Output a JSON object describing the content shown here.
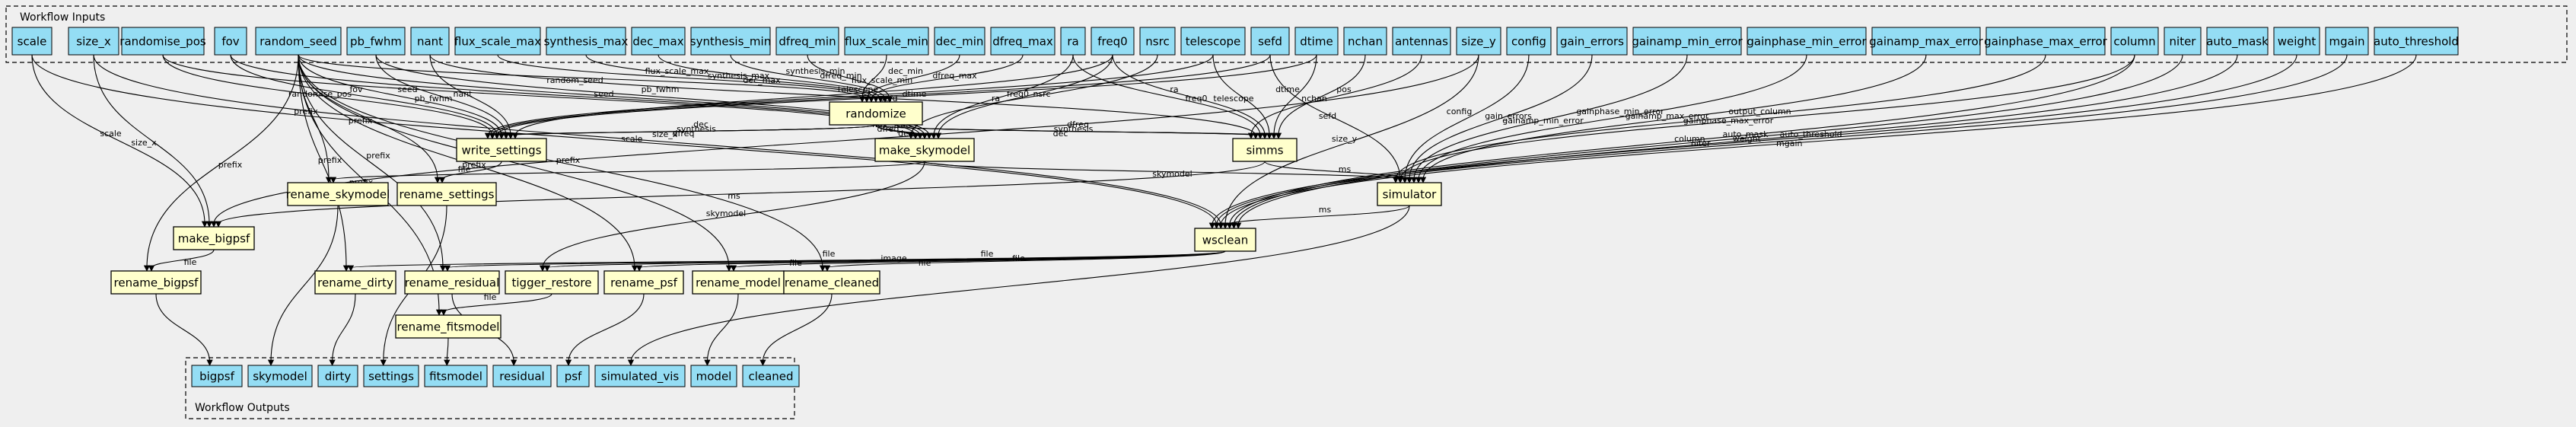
{
  "clusters": {
    "inputs_title": "Workflow Inputs",
    "outputs_title": "Workflow Outputs"
  },
  "colors": {
    "input_fill": "#94ddf4",
    "step_fill": "#ffffcc",
    "background": "#efefef"
  },
  "inputs": [
    {
      "id": "scale",
      "label": "scale"
    },
    {
      "id": "size_x",
      "label": "size_x"
    },
    {
      "id": "randomise_pos",
      "label": "randomise_pos"
    },
    {
      "id": "fov",
      "label": "fov"
    },
    {
      "id": "random_seed",
      "label": "random_seed"
    },
    {
      "id": "pb_fwhm",
      "label": "pb_fwhm"
    },
    {
      "id": "nant",
      "label": "nant"
    },
    {
      "id": "flux_scale_max",
      "label": "flux_scale_max"
    },
    {
      "id": "synthesis_max",
      "label": "synthesis_max"
    },
    {
      "id": "dec_max",
      "label": "dec_max"
    },
    {
      "id": "synthesis_min",
      "label": "synthesis_min"
    },
    {
      "id": "dfreq_min",
      "label": "dfreq_min"
    },
    {
      "id": "flux_scale_min",
      "label": "flux_scale_min"
    },
    {
      "id": "dec_min",
      "label": "dec_min"
    },
    {
      "id": "dfreq_max",
      "label": "dfreq_max"
    },
    {
      "id": "ra",
      "label": "ra"
    },
    {
      "id": "freq0",
      "label": "freq0"
    },
    {
      "id": "nsrc",
      "label": "nsrc"
    },
    {
      "id": "telescope",
      "label": "telescope"
    },
    {
      "id": "sefd",
      "label": "sefd"
    },
    {
      "id": "dtime",
      "label": "dtime"
    },
    {
      "id": "nchan",
      "label": "nchan"
    },
    {
      "id": "antennas",
      "label": "antennas"
    },
    {
      "id": "size_y",
      "label": "size_y"
    },
    {
      "id": "config",
      "label": "config"
    },
    {
      "id": "gain_errors",
      "label": "gain_errors"
    },
    {
      "id": "gainamp_min_error",
      "label": "gainamp_min_error"
    },
    {
      "id": "gainphase_min_error",
      "label": "gainphase_min_error"
    },
    {
      "id": "gainamp_max_error",
      "label": "gainamp_max_error"
    },
    {
      "id": "gainphase_max_error",
      "label": "gainphase_max_error"
    },
    {
      "id": "column",
      "label": "column"
    },
    {
      "id": "niter",
      "label": "niter"
    },
    {
      "id": "auto_mask",
      "label": "auto_mask"
    },
    {
      "id": "weight",
      "label": "weight"
    },
    {
      "id": "mgain",
      "label": "mgain"
    },
    {
      "id": "auto_threshold",
      "label": "auto_threshold"
    }
  ],
  "steps": [
    {
      "id": "randomize",
      "label": "randomize"
    },
    {
      "id": "write_settings",
      "label": "write_settings"
    },
    {
      "id": "make_skymodel",
      "label": "make_skymodel"
    },
    {
      "id": "simms",
      "label": "simms"
    },
    {
      "id": "rename_skymodel",
      "label": "rename_skymodel"
    },
    {
      "id": "rename_settings",
      "label": "rename_settings"
    },
    {
      "id": "simulator",
      "label": "simulator"
    },
    {
      "id": "make_bigpsf",
      "label": "make_bigpsf"
    },
    {
      "id": "wsclean",
      "label": "wsclean"
    },
    {
      "id": "rename_bigpsf",
      "label": "rename_bigpsf"
    },
    {
      "id": "rename_dirty",
      "label": "rename_dirty"
    },
    {
      "id": "rename_residual",
      "label": "rename_residual"
    },
    {
      "id": "tigger_restore",
      "label": "tigger_restore"
    },
    {
      "id": "rename_psf",
      "label": "rename_psf"
    },
    {
      "id": "rename_model",
      "label": "rename_model"
    },
    {
      "id": "rename_cleaned",
      "label": "rename_cleaned"
    },
    {
      "id": "rename_fitsmodel",
      "label": "rename_fitsmodel"
    }
  ],
  "outputs": [
    {
      "id": "out_bigpsf",
      "label": "bigpsf"
    },
    {
      "id": "out_skymodel",
      "label": "skymodel"
    },
    {
      "id": "out_dirty",
      "label": "dirty"
    },
    {
      "id": "out_settings",
      "label": "settings"
    },
    {
      "id": "out_fitsmodel",
      "label": "fitsmodel"
    },
    {
      "id": "out_residual",
      "label": "residual"
    },
    {
      "id": "out_psf",
      "label": "psf"
    },
    {
      "id": "out_simulated_vis",
      "label": "simulated_vis"
    },
    {
      "id": "out_model",
      "label": "model"
    },
    {
      "id": "out_cleaned",
      "label": "cleaned"
    }
  ],
  "edges": [
    {
      "from": "scale",
      "to": "make_bigpsf",
      "label": "scale"
    },
    {
      "from": "scale",
      "to": "wsclean",
      "label": "scale"
    },
    {
      "from": "size_x",
      "to": "make_bigpsf",
      "label": "size_x"
    },
    {
      "from": "size_x",
      "to": "wsclean",
      "label": "size_x"
    },
    {
      "from": "randomise_pos",
      "to": "write_settings",
      "label": "randomise_pos"
    },
    {
      "from": "randomise_pos",
      "to": "make_skymodel",
      "label": ""
    },
    {
      "from": "fov",
      "to": "write_settings",
      "label": "fov"
    },
    {
      "from": "fov",
      "to": "make_skymodel",
      "label": ""
    },
    {
      "from": "random_seed",
      "to": "randomize",
      "label": "random_seed"
    },
    {
      "from": "random_seed",
      "to": "write_settings",
      "label": "seed"
    },
    {
      "from": "random_seed",
      "to": "make_skymodel",
      "label": "seed"
    },
    {
      "from": "random_seed",
      "to": "rename_bigpsf",
      "label": "prefix"
    },
    {
      "from": "random_seed",
      "to": "rename_skymodel",
      "label": "prefix"
    },
    {
      "from": "random_seed",
      "to": "rename_dirty",
      "label": "prefix"
    },
    {
      "from": "random_seed",
      "to": "rename_settings",
      "label": "prefix"
    },
    {
      "from": "random_seed",
      "to": "rename_residual",
      "label": "prefix"
    },
    {
      "from": "random_seed",
      "to": "rename_fitsmodel",
      "label": "prefix"
    },
    {
      "from": "random_seed",
      "to": "rename_psf",
      "label": "prefix"
    },
    {
      "from": "random_seed",
      "to": "rename_model",
      "label": "prefix"
    },
    {
      "from": "random_seed",
      "to": "rename_cleaned",
      "label": "prefix"
    },
    {
      "from": "pb_fwhm",
      "to": "write_settings",
      "label": "pb_fwhm"
    },
    {
      "from": "pb_fwhm",
      "to": "make_skymodel",
      "label": "pb_fwhm"
    },
    {
      "from": "nant",
      "to": "write_settings",
      "label": "nant"
    },
    {
      "from": "nant",
      "to": "simms",
      "label": ""
    },
    {
      "from": "flux_scale_max",
      "to": "randomize",
      "label": "flux_scale_max"
    },
    {
      "from": "synthesis_max",
      "to": "randomize",
      "label": "synthesis_max"
    },
    {
      "from": "dec_max",
      "to": "randomize",
      "label": "dec_max"
    },
    {
      "from": "synthesis_min",
      "to": "randomize",
      "label": "synthesis_min"
    },
    {
      "from": "dfreq_min",
      "to": "randomize",
      "label": "dfreq_min"
    },
    {
      "from": "flux_scale_min",
      "to": "randomize",
      "label": "flux_scale_min"
    },
    {
      "from": "dec_min",
      "to": "randomize",
      "label": "dec_min"
    },
    {
      "from": "dfreq_max",
      "to": "randomize",
      "label": "dfreq_max"
    },
    {
      "from": "ra",
      "to": "make_skymodel",
      "label": "ra"
    },
    {
      "from": "ra",
      "to": "simms",
      "label": "ra"
    },
    {
      "from": "freq0",
      "to": "make_skymodel",
      "label": "freq0"
    },
    {
      "from": "freq0",
      "to": "simms",
      "label": "freq0"
    },
    {
      "from": "freq0",
      "to": "write_settings",
      "label": ""
    },
    {
      "from": "nsrc",
      "to": "make_skymodel",
      "label": "nsrc"
    },
    {
      "from": "telescope",
      "to": "simms",
      "label": "telescope"
    },
    {
      "from": "telescope",
      "to": "write_settings",
      "label": "telescope"
    },
    {
      "from": "sefd",
      "to": "simulator",
      "label": "sefd"
    },
    {
      "from": "sefd",
      "to": "write_settings",
      "label": "sefd"
    },
    {
      "from": "dtime",
      "to": "simms",
      "label": "dtime"
    },
    {
      "from": "dtime",
      "to": "write_settings",
      "label": "dtime"
    },
    {
      "from": "nchan",
      "to": "simms",
      "label": "nchan"
    },
    {
      "from": "antennas",
      "to": "simms",
      "label": "pos"
    },
    {
      "from": "size_y",
      "to": "wsclean",
      "label": "size_y"
    },
    {
      "from": "size_y",
      "to": "make_bigpsf",
      "label": ""
    },
    {
      "from": "config",
      "to": "simulator",
      "label": "config"
    },
    {
      "from": "gain_errors",
      "to": "simulator",
      "label": "gain_errors"
    },
    {
      "from": "gainamp_min_error",
      "to": "simulator",
      "label": "gainamp_min_error"
    },
    {
      "from": "gainphase_min_error",
      "to": "simulator",
      "label": "gainphase_min_error"
    },
    {
      "from": "gainamp_max_error",
      "to": "simulator",
      "label": "gainamp_max_error"
    },
    {
      "from": "gainphase_max_error",
      "to": "simulator",
      "label": "gainphase_max_error"
    },
    {
      "from": "column",
      "to": "simulator",
      "label": "output_column"
    },
    {
      "from": "column",
      "to": "wsclean",
      "label": "column"
    },
    {
      "from": "niter",
      "to": "wsclean",
      "label": "niter"
    },
    {
      "from": "auto_mask",
      "to": "wsclean",
      "label": "auto_mask"
    },
    {
      "from": "weight",
      "to": "wsclean",
      "label": "weight"
    },
    {
      "from": "mgain",
      "to": "wsclean",
      "label": "mgain"
    },
    {
      "from": "auto_threshold",
      "to": "wsclean",
      "label": "auto_threshold"
    },
    {
      "from": "randomize",
      "to": "write_settings",
      "label": "synthesis"
    },
    {
      "from": "randomize",
      "to": "write_settings",
      "label": "dfreq"
    },
    {
      "from": "randomize",
      "to": "write_settings",
      "label": "dec"
    },
    {
      "from": "randomize",
      "to": "make_skymodel",
      "label": "dfreq"
    },
    {
      "from": "randomize",
      "to": "make_skymodel",
      "label": "dec"
    },
    {
      "from": "randomize",
      "to": "make_skymodel",
      "label": "flux_scale"
    },
    {
      "from": "randomize",
      "to": "simms",
      "label": "synthesis"
    },
    {
      "from": "randomize",
      "to": "simms",
      "label": "dec"
    },
    {
      "from": "randomize",
      "to": "simms",
      "label": "dfreq"
    },
    {
      "from": "write_settings",
      "to": "rename_settings",
      "label": "file"
    },
    {
      "from": "make_skymodel",
      "to": "simulator",
      "label": "skymodel"
    },
    {
      "from": "make_skymodel",
      "to": "rename_skymodel",
      "label": ""
    },
    {
      "from": "simms",
      "to": "simulator",
      "label": "ms"
    },
    {
      "from": "simms",
      "to": "make_bigpsf",
      "label": "ms"
    },
    {
      "from": "simulator",
      "to": "wsclean",
      "label": "ms"
    },
    {
      "from": "make_skymodel",
      "to": "tigger_restore",
      "label": "skymodel"
    },
    {
      "from": "wsclean",
      "to": "rename_dirty",
      "label": "file"
    },
    {
      "from": "wsclean",
      "to": "rename_residual",
      "label": "file"
    },
    {
      "from": "wsclean",
      "to": "tigger_restore",
      "label": "image"
    },
    {
      "from": "wsclean",
      "to": "rename_psf",
      "label": "file"
    },
    {
      "from": "wsclean",
      "to": "rename_model",
      "label": "file"
    },
    {
      "from": "wsclean",
      "to": "rename_cleaned",
      "label": "file"
    },
    {
      "from": "make_bigpsf",
      "to": "rename_bigpsf",
      "label": "file"
    },
    {
      "from": "tigger_restore",
      "to": "rename_fitsmodel",
      "label": "file"
    },
    {
      "from": "rename_bigpsf",
      "to": "out_bigpsf",
      "label": ""
    },
    {
      "from": "rename_skymodel",
      "to": "out_skymodel",
      "label": ""
    },
    {
      "from": "rename_dirty",
      "to": "out_dirty",
      "label": ""
    },
    {
      "from": "rename_settings",
      "to": "out_settings",
      "label": ""
    },
    {
      "from": "rename_fitsmodel",
      "to": "out_fitsmodel",
      "label": ""
    },
    {
      "from": "rename_residual",
      "to": "out_residual",
      "label": ""
    },
    {
      "from": "rename_psf",
      "to": "out_psf",
      "label": ""
    },
    {
      "from": "simulator",
      "to": "out_simulated_vis",
      "label": ""
    },
    {
      "from": "rename_model",
      "to": "out_model",
      "label": ""
    },
    {
      "from": "rename_cleaned",
      "to": "out_cleaned",
      "label": ""
    }
  ]
}
